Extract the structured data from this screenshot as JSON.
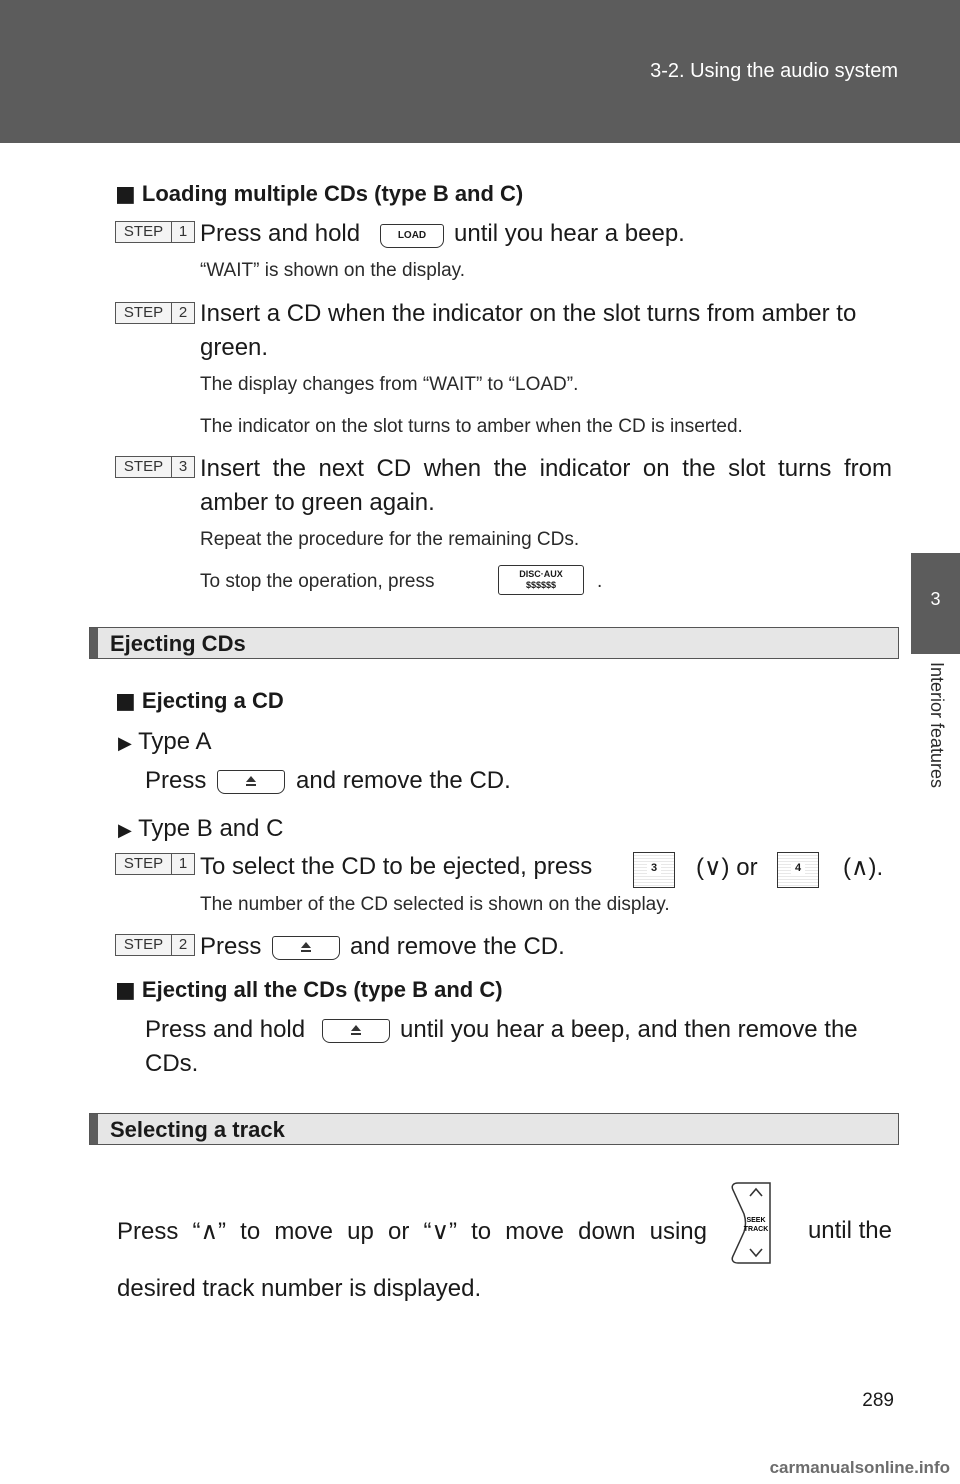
{
  "header": {
    "title": "3-2. Using the audio system"
  },
  "side_tab": {
    "number": "3",
    "label": "Interior features"
  },
  "loading": {
    "heading_marker": "■",
    "heading": "Loading multiple CDs (type B and C)",
    "steps": [
      {
        "label": "STEP",
        "num": "1",
        "before": "Press and hold",
        "key": "LOAD",
        "after": "until you hear a beep.",
        "notes": [
          "“WAIT” is shown on the display."
        ]
      },
      {
        "label": "STEP",
        "num": "2",
        "line1": "Insert a CD when the indicator on the slot turns from amber to",
        "line2": "green.",
        "notes": [
          "The display changes from “WAIT” to “LOAD”.",
          "The indicator on the slot turns to amber when the CD is inserted."
        ]
      },
      {
        "label": "STEP",
        "num": "3",
        "line1": "Insert the next CD when the indicator on the slot turns from",
        "line2": "amber to green again.",
        "notes": [
          "Repeat the procedure for the remaining CDs.",
          "To stop the operation, press"
        ],
        "stop_end": ".",
        "key_line1": "DISC·AUX",
        "key_line2": "$$$$$$"
      }
    ]
  },
  "ejecting": {
    "section_title": "Ejecting CDs",
    "sub_marker": "■",
    "sub_heading": "Ejecting a CD",
    "arrow": "▶",
    "type_a": {
      "label": "Type A",
      "text_before": "Press",
      "text_after": "and remove the CD."
    },
    "type_bc": {
      "label": "Type B and C",
      "step1": {
        "label": "STEP",
        "num": "1",
        "text": "To select the CD to be ejected, press",
        "key3": "3",
        "down": "(∨) or",
        "key4": "4",
        "up": "(∧).",
        "note": "The number of the CD selected is shown on the display."
      },
      "step2": {
        "label": "STEP",
        "num": "2",
        "text_before": "Press",
        "text_after": "and remove the CD."
      }
    },
    "all": {
      "marker": "■",
      "heading": "Ejecting all the CDs (type B and C)",
      "line1_before": "Press and hold",
      "line1_after": "until you hear a beep, and then remove the",
      "line2": "CDs."
    }
  },
  "selecting": {
    "section_title": "Selecting a track",
    "line1_a": "Press “∧” to move up or “∨” to move down using",
    "line1_b": "until the",
    "switch_label_1": "SEEK",
    "switch_label_2": "TRACK",
    "line2": "desired track number is displayed."
  },
  "page_number": "289",
  "watermark": "carmanualsonline.info"
}
